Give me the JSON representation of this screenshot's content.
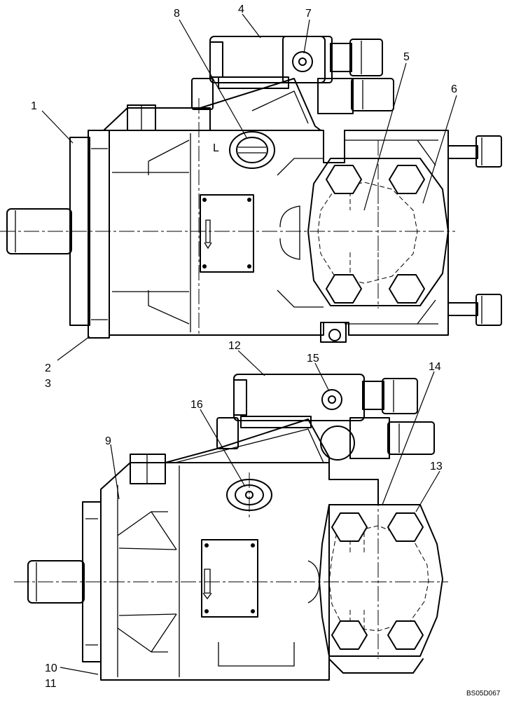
{
  "callouts": {
    "c1": "1",
    "c2": "2",
    "c3": "3",
    "c4": "4",
    "c5": "5",
    "c6": "6",
    "c7": "7",
    "c8": "8",
    "c9": "9",
    "c10": "10",
    "c11": "11",
    "c12": "12",
    "c13": "13",
    "c14": "14",
    "c15": "15",
    "c16": "16"
  },
  "port_mark": "L",
  "drawing_code": "BS05D067"
}
